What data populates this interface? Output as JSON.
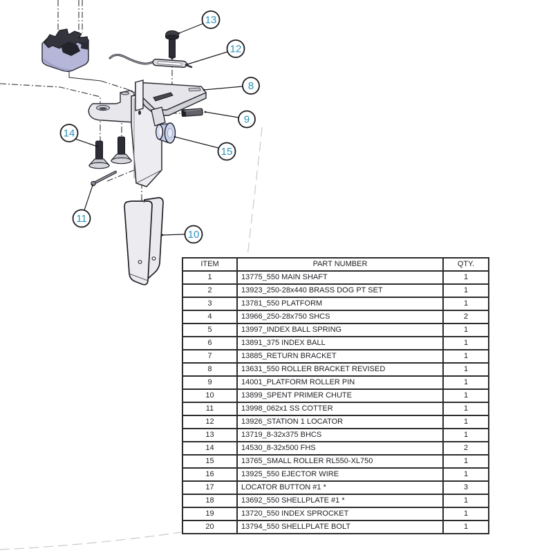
{
  "diagram": {
    "type": "exploded-assembly-drawing",
    "balloon_text_color": "#2a93bd",
    "line_color": "#1e1e24",
    "balloons": [
      {
        "label": "13"
      },
      {
        "label": "12"
      },
      {
        "label": "8"
      },
      {
        "label": "9"
      },
      {
        "label": "14"
      },
      {
        "label": "15"
      },
      {
        "label": "11"
      },
      {
        "label": "10"
      }
    ]
  },
  "table": {
    "headers": [
      "ITEM",
      "PART NUMBER",
      "QTY."
    ],
    "rows": [
      [
        "1",
        "13775_550 MAIN SHAFT",
        "1"
      ],
      [
        "2",
        "13923_250-28x440 BRASS DOG PT SET",
        "1"
      ],
      [
        "3",
        "13781_550 PLATFORM",
        "1"
      ],
      [
        "4",
        "13966_250-28x750 SHCS",
        "2"
      ],
      [
        "5",
        "13997_INDEX BALL SPRING",
        "1"
      ],
      [
        "6",
        "13891_375 INDEX BALL",
        "1"
      ],
      [
        "7",
        "13885_RETURN BRACKET",
        "1"
      ],
      [
        "8",
        "13631_550 ROLLER BRACKET REVISED",
        "1"
      ],
      [
        "9",
        "14001_PLATFORM ROLLER PIN",
        "1"
      ],
      [
        "10",
        "13899_SPENT PRIMER CHUTE",
        "1"
      ],
      [
        "11",
        "13998_062x1 SS COTTER",
        "1"
      ],
      [
        "12",
        "13926_STATION 1 LOCATOR",
        "1"
      ],
      [
        "13",
        "13719_8-32x375 BHCS",
        "1"
      ],
      [
        "14",
        "14530_8-32x500 FHS",
        "2"
      ],
      [
        "15",
        "13765_SMALL ROLLER RL550-XL750",
        "1"
      ],
      [
        "16",
        "13925_550 EJECTOR WIRE",
        "1"
      ],
      [
        "17",
        "LOCATOR BUTTON #1 *",
        "3"
      ],
      [
        "18",
        "13692_550 SHELLPLATE #1 *",
        "1"
      ],
      [
        "19",
        "13720_550 INDEX SPROCKET",
        "1"
      ],
      [
        "20",
        "13794_550 SHELLPLATE BOLT",
        "1"
      ]
    ]
  }
}
